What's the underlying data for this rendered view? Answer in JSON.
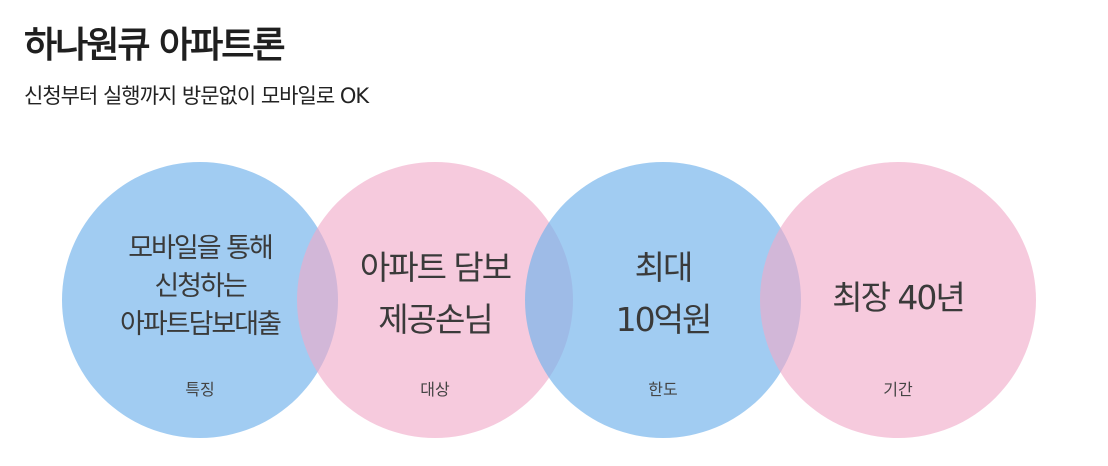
{
  "header": {
    "title": "하나원큐 아파트론",
    "subtitle": "신청부터 실행까지 방문없이 모바일로 OK"
  },
  "colors": {
    "blue": "#75b4ec",
    "pink": "#f0aac8"
  },
  "features": [
    {
      "lines": [
        "모바일을 통해",
        "신청하는",
        "아파트담보대출"
      ],
      "caption": "특징"
    },
    {
      "lines": [
        "아파트 담보",
        "제공손님"
      ],
      "caption": "대상"
    },
    {
      "lines": [
        "최대",
        "10억원"
      ],
      "caption": "한도"
    },
    {
      "lines": [
        "최장 40년"
      ],
      "caption": "기간"
    }
  ]
}
